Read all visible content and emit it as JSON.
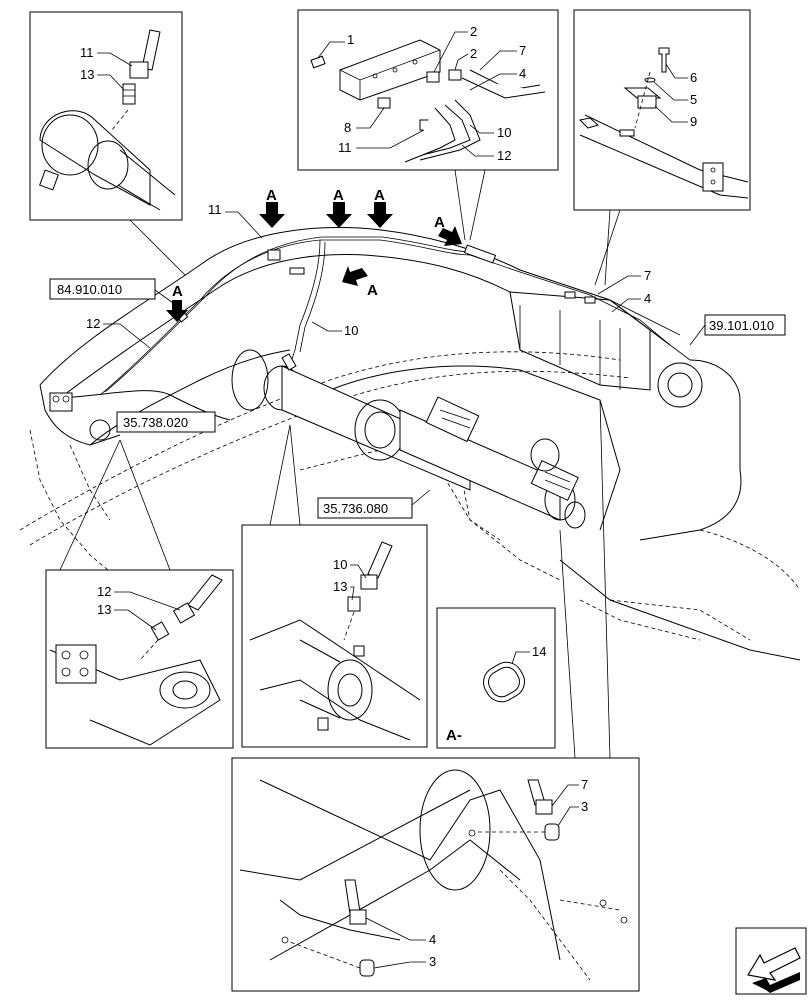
{
  "references": {
    "r1": "84.910.010",
    "r2": "35.738.020",
    "r3": "35.736.080",
    "r4": "39.101.010"
  },
  "callouts": {
    "tl_11": "11",
    "tl_13": "13",
    "tc_1": "1",
    "tc_2a": "2",
    "tc_2b": "2",
    "tc_7": "7",
    "tc_4": "4",
    "tc_8": "8",
    "tc_11": "11",
    "tc_10": "10",
    "tc_12": "12",
    "tr_6": "6",
    "tr_5": "5",
    "tr_9": "9",
    "m_11": "11",
    "m_12": "12",
    "m_10": "10",
    "m_7": "7",
    "m_4": "4",
    "bl_12": "12",
    "bl_13": "13",
    "bc_10": "10",
    "bc_13": "13",
    "br_14": "14",
    "bb_7": "7",
    "bb_3a": "3",
    "bb_4": "4",
    "bb_3b": "3"
  },
  "view_marks": {
    "arrow": "A",
    "section_label": "A-"
  },
  "icons": [
    "view-arrow-icon",
    "navigation-arrow-icon"
  ]
}
